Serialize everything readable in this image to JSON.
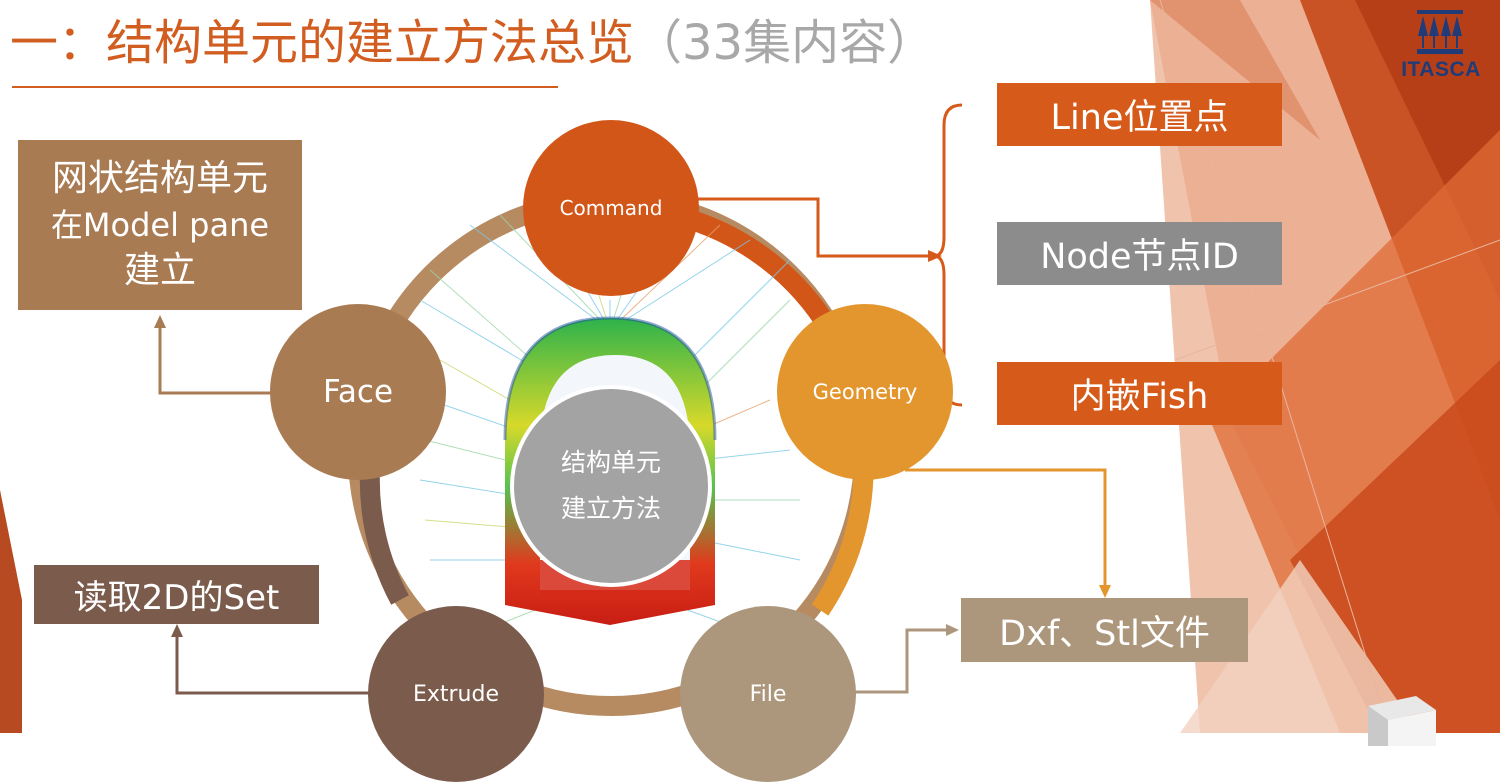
{
  "title": {
    "main": "一：结构单元的建立方法总览",
    "paren": "（33集内容）"
  },
  "logo": {
    "name": "ITASCA",
    "icon": "itasca-trees-icon"
  },
  "center": {
    "line1": "结构单元",
    "line2": "建立方法"
  },
  "nodes": {
    "command": "Command",
    "geometry": "Geometry",
    "face": "Face",
    "extrude": "Extrude",
    "file": "File"
  },
  "boxes": {
    "face_note": {
      "line1": "网状结构单元",
      "line2": "在Model pane",
      "line3": "建立"
    },
    "extrude_note": "读取2D的Set",
    "command_options": [
      "Line位置点",
      "Node节点ID",
      "内嵌Fish"
    ],
    "file_note": "Dxf、Stl文件"
  },
  "colors": {
    "accent": "#d25d20",
    "command": "#d35619",
    "geometry": "#e3962d",
    "face": "#a97b53",
    "extrude": "#7b5b4c",
    "file": "#ad977c",
    "center": "#a3a3a3",
    "node_gray": "#8c8c8c",
    "logo": "#1f3b78"
  }
}
